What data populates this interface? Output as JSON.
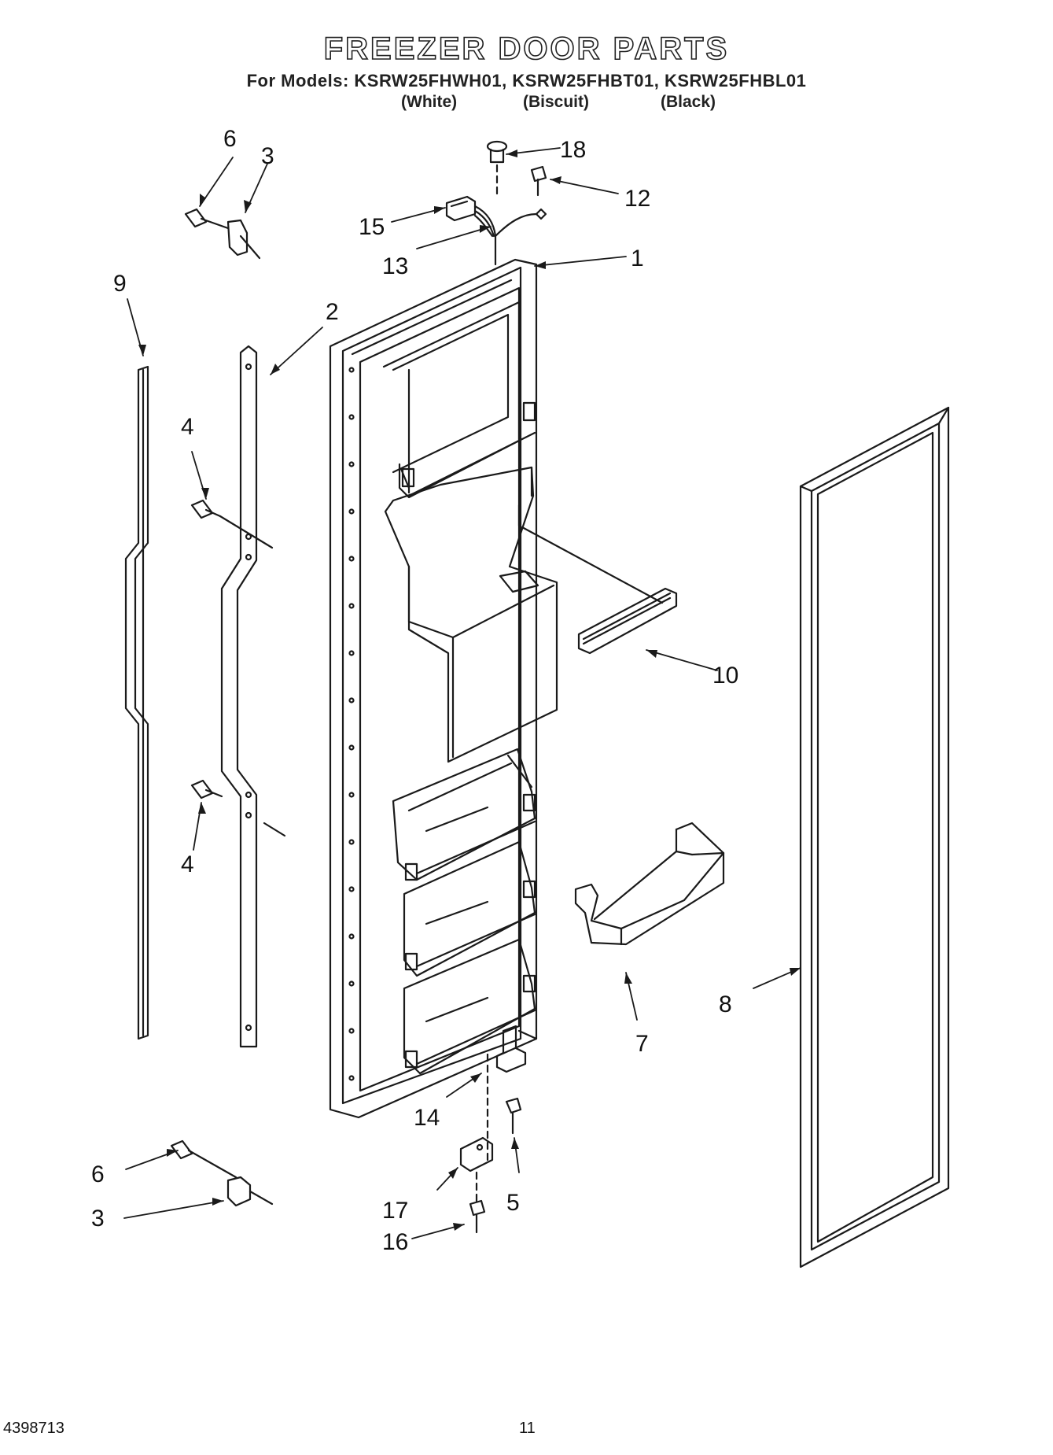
{
  "header": {
    "title": "FREEZER DOOR PARTS",
    "models_line": "For Models: KSRW25FHWH01, KSRW25FHBT01, KSRW25FHBL01",
    "variants": [
      "(White)",
      "(Biscuit)",
      "(Black)"
    ]
  },
  "callouts": {
    "c1": "1",
    "c2": "2",
    "c3a": "3",
    "c3b": "3",
    "c4a": "4",
    "c4b": "4",
    "c5": "5",
    "c6a": "6",
    "c6b": "6",
    "c7": "7",
    "c8": "8",
    "c9": "9",
    "c10": "10",
    "c12": "12",
    "c13": "13",
    "c14": "14",
    "c15": "15",
    "c16": "16",
    "c17": "17",
    "c18": "18"
  },
  "footer": {
    "doc_number": "4398713",
    "page_number": "11"
  }
}
